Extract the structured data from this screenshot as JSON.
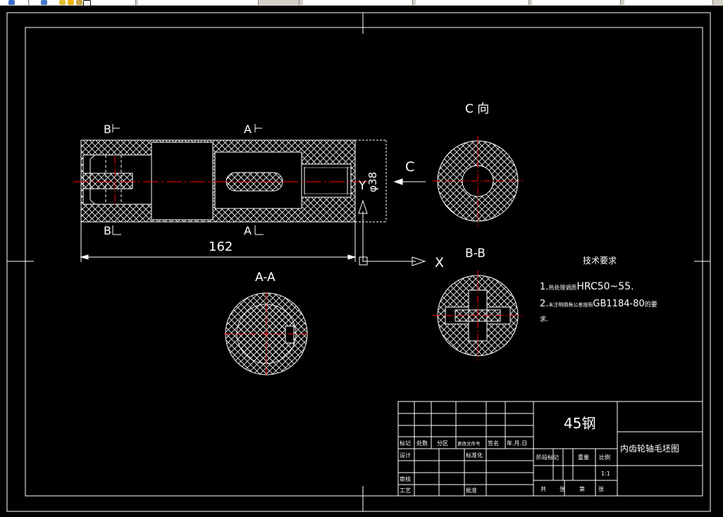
{
  "toolbar": {
    "icons": [
      "save-icon",
      "layer-icon",
      "lightbulb-icon",
      "sun-icon",
      "padlock-icon",
      "color-square-icon"
    ]
  },
  "colors": {
    "background": "#000000",
    "lines": "#ffffff",
    "centerline": "#ff0000"
  },
  "drawing": {
    "section_b_top": "B",
    "section_b_bottom": "B",
    "section_a_top": "A",
    "section_a_bottom": "A",
    "dim_length": "162",
    "dim_diameter": "φ38",
    "ucs_x": "X",
    "ucs_y": "Y",
    "view_arrow_c": "C",
    "view_c_title": "C 向",
    "view_bb_title": "B-B",
    "view_aa_title": "A-A"
  },
  "tech_requirements": {
    "title": "技术要求",
    "line1_prefix": "1.",
    "line1_small": "热处理调质",
    "line1_value": "HRC50~55.",
    "line2_prefix": "2.",
    "line2_small": "未注明倒角公差按照",
    "line2_value": "GB1184-80",
    "line2_suffix": "的要",
    "line3": "求."
  },
  "title_block": {
    "material": "45钢",
    "part_name": "内齿轮轴毛坯图",
    "rev_headers": [
      "标记",
      "处数",
      "分区",
      "更改文件号",
      "签名",
      "年.月.日"
    ],
    "row_design": "设计",
    "row_standard": "标准化",
    "row_review": "审核",
    "row_process": "工艺",
    "row_approve": "批准",
    "stage_label": "阶段标记",
    "weight_label": "重量",
    "scale_label": "比例",
    "scale_value": "1:1",
    "sheet_total": "共",
    "sheet_unit": "张",
    "sheet_no": "第",
    "sheet_unit2": "张"
  }
}
